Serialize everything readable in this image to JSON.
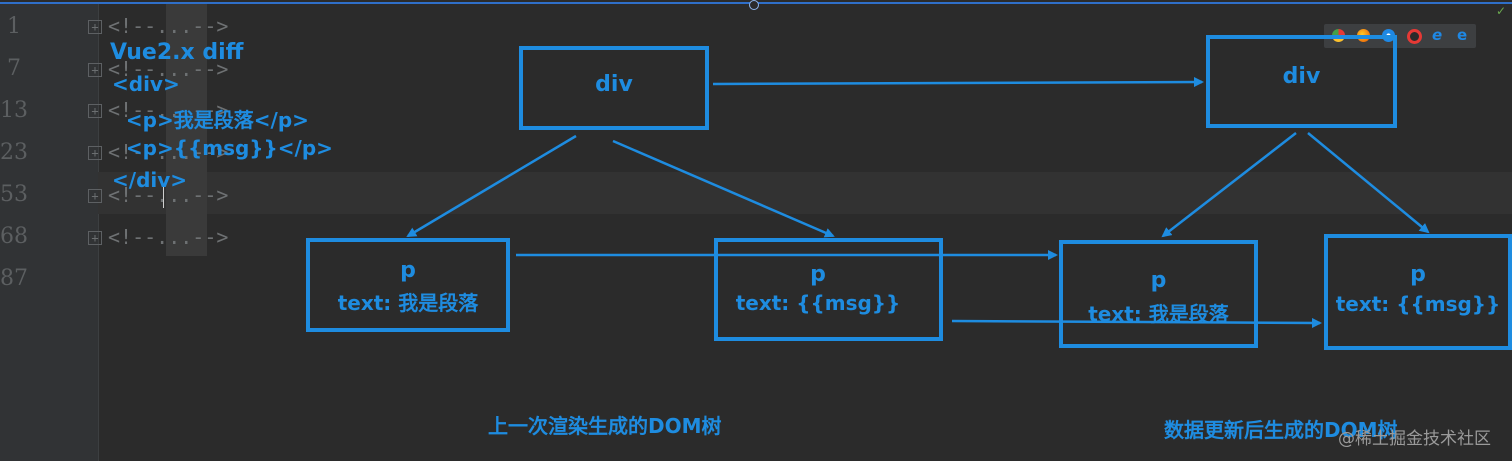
{
  "gutter": {
    "line_numbers": [
      "1",
      "7",
      "13",
      "23",
      "53",
      "68",
      "87"
    ],
    "fold_symbol": "+",
    "comment_text": "<!--...-->"
  },
  "code_snippet": {
    "title": "Vue2.x diff",
    "lines": [
      "<div>",
      "  <p>我是段落</p>",
      "  <p>{{msg}}</p>",
      "</div>"
    ]
  },
  "browser_icons": [
    "chrome-icon",
    "firefox-icon",
    "safari-icon",
    "opera-icon",
    "ie-icon",
    "edge-icon"
  ],
  "colors": {
    "accent": "#1e8ce0",
    "background": "#2b2b2b",
    "gutter": "#313335"
  },
  "diagram": {
    "old_tree": {
      "root": "div",
      "child1": {
        "tag": "p",
        "text": "text: 我是段落"
      },
      "child2": {
        "tag": "p",
        "text": "text: {{msg}}"
      },
      "caption": "上一次渲染生成的DOM树"
    },
    "new_tree": {
      "root": "div",
      "child1": {
        "tag": "p",
        "text": "text: 我是段落"
      },
      "child2": {
        "tag": "p",
        "text": "text: {{msg}}"
      },
      "caption": "数据更新后生成的DOM树"
    }
  },
  "watermark": "@稀土掘金技术社区"
}
